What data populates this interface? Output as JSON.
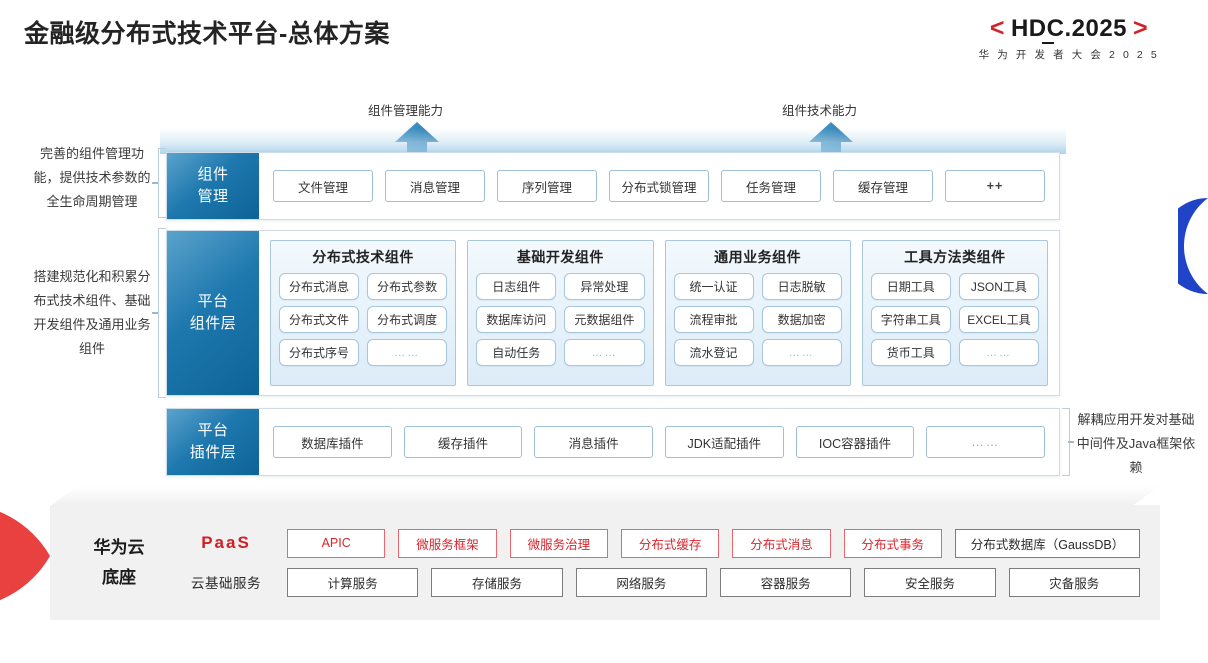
{
  "header": {
    "title": "金融级分布式技术平台-总体方案",
    "logo": {
      "bracket_left": "<",
      "bracket_right": ">",
      "main_a": "HDC",
      "main_b": ".2025",
      "subtitle": "华 为 开 发 者 大 会 2 0 2 5",
      "bracket_color": "#d1232a"
    }
  },
  "callouts": {
    "arrow_left_label": "组件管理能力",
    "arrow_right_label": "组件技术能力"
  },
  "side_notes": {
    "left_top": "完善的组件管理功能，提供技术参数的全生命周期管理",
    "left_bottom": "搭建规范化和积累分布式技术组件、基础开发组件及通用业务组件",
    "right": "解耦应用开发对基础中间件及Java框架依赖"
  },
  "rows": {
    "component_management": {
      "label_line1": "组件",
      "label_line2": "管理",
      "chips": [
        "文件管理",
        "消息管理",
        "序列管理",
        "分布式锁管理",
        "任务管理",
        "缓存管理",
        "++"
      ]
    },
    "platform_component_layer": {
      "label_line1": "平台",
      "label_line2": "组件层",
      "groups": [
        {
          "title": "分布式技术组件",
          "items": [
            "分布式消息",
            "分布式参数",
            "分布式文件",
            "分布式调度",
            "分布式序号",
            "……"
          ]
        },
        {
          "title": "基础开发组件",
          "items": [
            "日志组件",
            "异常处理",
            "数据库访问",
            "元数据组件",
            "自动任务",
            "……"
          ]
        },
        {
          "title": "通用业务组件",
          "items": [
            "统一认证",
            "日志脱敏",
            "流程审批",
            "数据加密",
            "流水登记",
            "……"
          ]
        },
        {
          "title": "工具方法类组件",
          "items": [
            "日期工具",
            "JSON工具",
            "字符串工具",
            "EXCEL工具",
            "货币工具",
            "……"
          ]
        }
      ]
    },
    "platform_plugin_layer": {
      "label_line1": "平台",
      "label_line2": "插件层",
      "chips": [
        "数据库插件",
        "缓存插件",
        "消息插件",
        "JDK适配插件",
        "IOC容器插件",
        "……"
      ]
    }
  },
  "base": {
    "title_line1": "华为云",
    "title_line2": "底座",
    "paas_label": "PaaS",
    "cloud_label": "云基础服务",
    "paas_items": [
      {
        "text": "APIC",
        "style": "red"
      },
      {
        "text": "微服务框架",
        "style": "red"
      },
      {
        "text": "微服务治理",
        "style": "red"
      },
      {
        "text": "分布式缓存",
        "style": "red"
      },
      {
        "text": "分布式消息",
        "style": "red"
      },
      {
        "text": "分布式事务",
        "style": "red"
      },
      {
        "text": "分布式数据库（GaussDB）",
        "style": "gray"
      }
    ],
    "cloud_items": [
      "计算服务",
      "存储服务",
      "网络服务",
      "容器服务",
      "安全服务",
      "灾备服务"
    ]
  },
  "colors": {
    "brand_red": "#d1232a",
    "brand_blue": "#1e78ae",
    "accent_blue": "#1f44c8",
    "base_gray": "#f1f1f1"
  }
}
